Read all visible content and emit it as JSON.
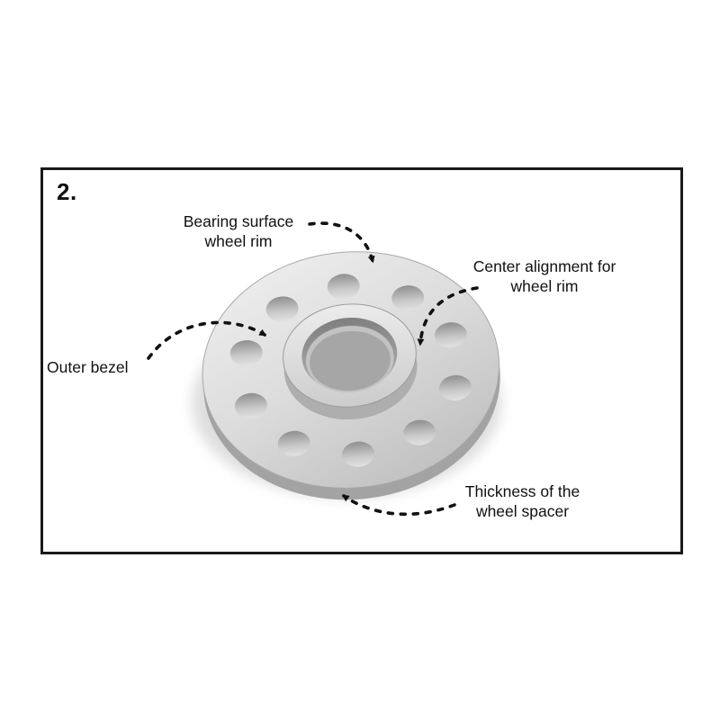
{
  "figure": {
    "step_number": "2.",
    "labels": {
      "bearing_surface": {
        "line1": "Bearing surface",
        "line2": "wheel rim"
      },
      "center_alignment": {
        "line1": "Center alignment for",
        "line2": "wheel rim"
      },
      "outer_bezel": {
        "line1": "Outer bezel"
      },
      "thickness": {
        "line1": "Thickness of the",
        "line2": "wheel spacer"
      }
    },
    "colors": {
      "frame_border": "#1a1a1a",
      "arrow": "#111111",
      "spacer_light": "#efefef",
      "spacer_dark": "#b9b9b9",
      "background": "#ffffff"
    }
  }
}
